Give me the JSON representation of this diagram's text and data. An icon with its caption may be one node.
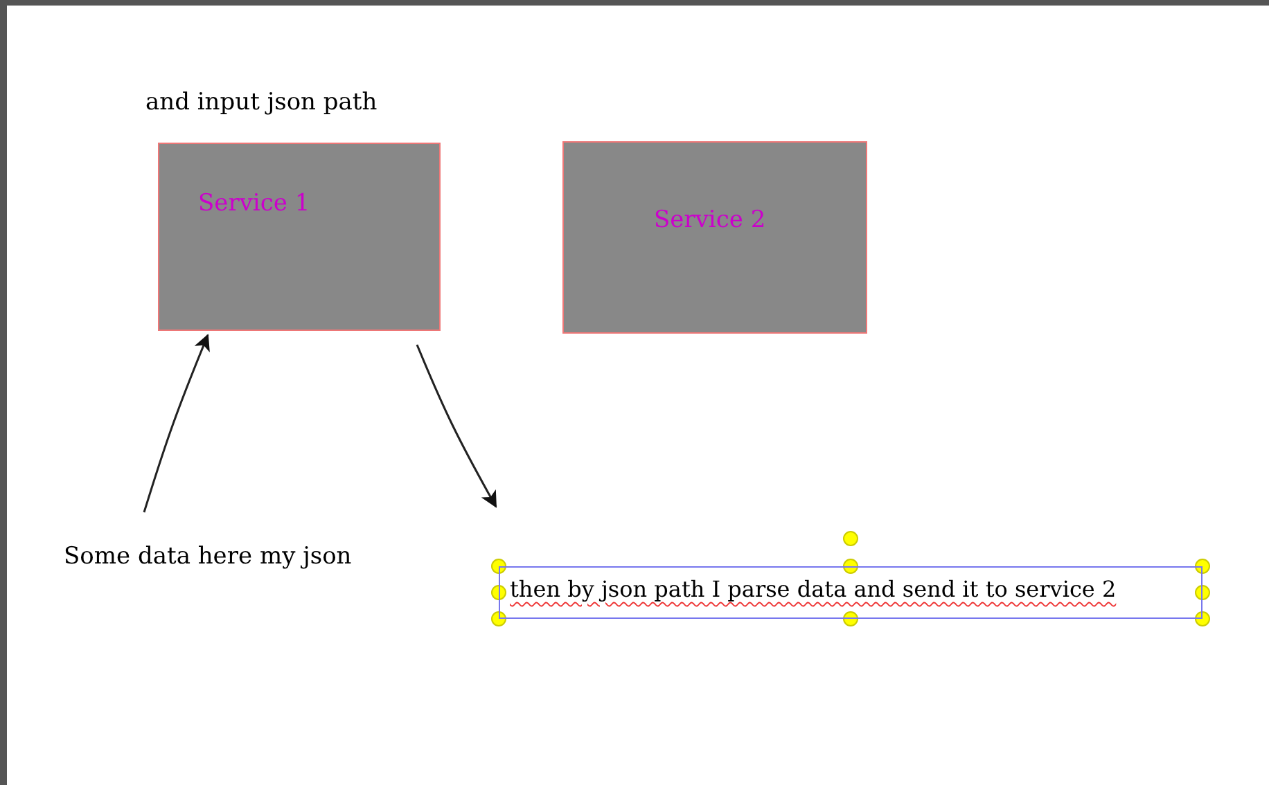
{
  "diagram": {
    "nodes": [
      {
        "text": [
          "Service 1"
        ]
      },
      {
        "text": [
          "Service 2"
        ]
      },
      {
        "text": [
          "Some data here my json"
        ]
      },
      {
        "text": [
          "then by json path I parse data and send it to service 2"
        ]
      }
    ],
    "edges": [
      {
        "from": 2,
        "to": 0,
        "arrow": "to"
      },
      {
        "from": 0,
        "to": 3,
        "arrow": "to"
      }
    ],
    "labels": [
      "and input json path"
    ]
  }
}
